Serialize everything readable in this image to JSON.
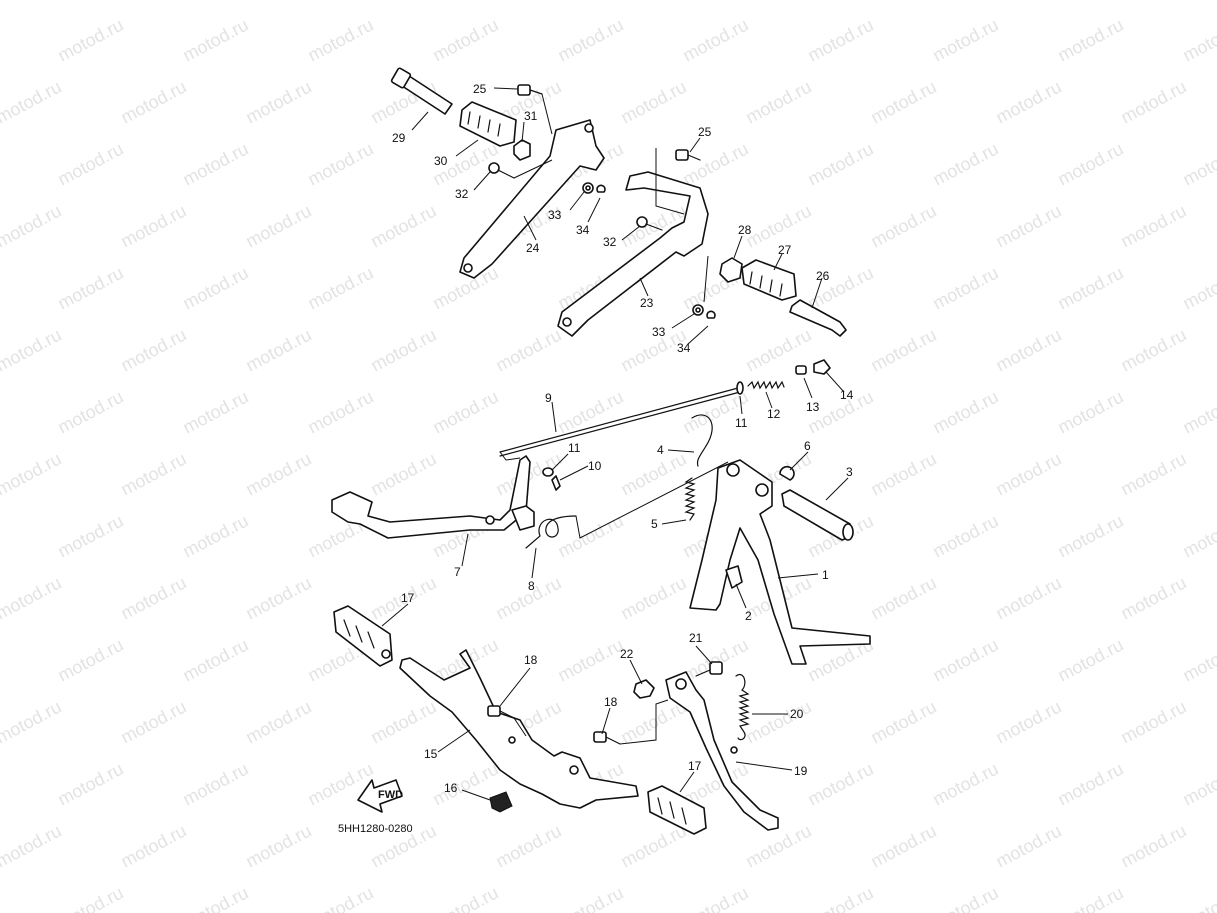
{
  "watermark": "motod.ru",
  "diagram_code": "5HH1280-0280",
  "fwd_label": "FWD",
  "callouts": {
    "c1": "1",
    "c2": "2",
    "c3": "3",
    "c4": "4",
    "c5": "5",
    "c6": "6",
    "c7": "7",
    "c8": "8",
    "c9": "9",
    "c10": "10",
    "c11a": "11",
    "c11b": "11",
    "c12": "12",
    "c13": "13",
    "c14": "14",
    "c15": "15",
    "c16": "16",
    "c17a": "17",
    "c17b": "17",
    "c18a": "18",
    "c18b": "18",
    "c19": "19",
    "c20": "20",
    "c21": "21",
    "c22": "22",
    "c23": "23",
    "c24": "24",
    "c25a": "25",
    "c25b": "25",
    "c26": "26",
    "c27": "27",
    "c28": "28",
    "c29": "29",
    "c30": "30",
    "c31": "31",
    "c32a": "32",
    "c32b": "32",
    "c33a": "33",
    "c33b": "33",
    "c34a": "34",
    "c34b": "34"
  }
}
